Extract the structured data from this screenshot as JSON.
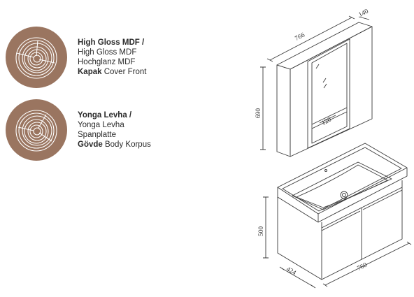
{
  "materials": [
    {
      "title": "High Gloss MDF /",
      "line2": "High Gloss MDF",
      "line3": "Hochglanz MDF",
      "label_bold": "Kapak",
      "label_rest": " Cover Front"
    },
    {
      "title": "Yonga Levha /",
      "line2": "Yonga Levha",
      "line3": "Spanplatte",
      "label_bold": "Gövde",
      "label_rest": " Body Korpus"
    }
  ],
  "dimensions": {
    "mirror_width": "766",
    "mirror_depth": "140",
    "mirror_height": "690",
    "shelf_depth": "120",
    "base_height": "500",
    "base_depth": "424",
    "base_width": "760"
  },
  "colors": {
    "wood_bg": "#9a7560",
    "wood_ring": "#ffffff",
    "line": "#3a3a3a"
  }
}
